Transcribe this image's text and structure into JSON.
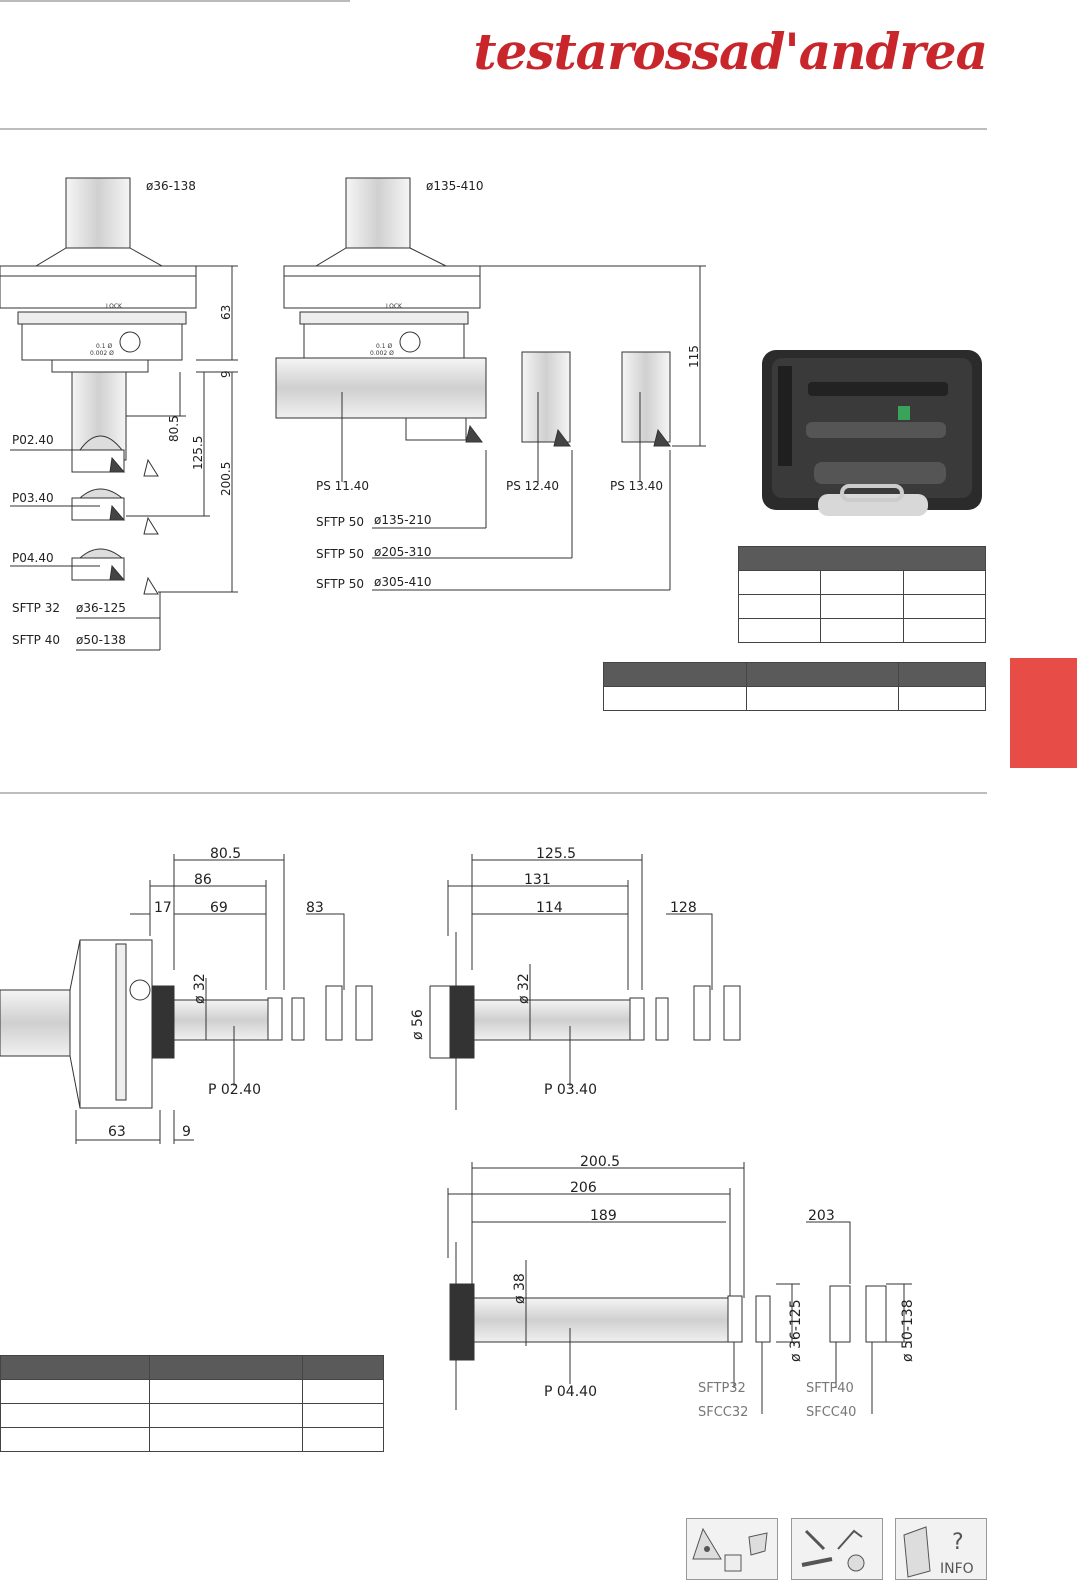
{
  "brand": {
    "logo_text": "testarossad'andrea",
    "color": "#c8262b"
  },
  "accent_color": "#e84c47",
  "top_drawing": {
    "head_left_range": "ø36-138",
    "head_right_range": "ø135-410",
    "dims": {
      "d63": "63",
      "d9": "9",
      "d80_5": "80.5",
      "d125_5": "125.5",
      "d200_5": "200.5",
      "d115": "115"
    },
    "bars": {
      "p02": "P02.40",
      "p03": "P03.40",
      "p04": "P04.40"
    },
    "inserts": {
      "sftp32": "SFTP 32",
      "sftp32_range": "ø36-125",
      "sftp40": "SFTP 40",
      "sftp40_range": "ø50-138"
    },
    "ps": {
      "ps11": "PS 11.40",
      "ps12": "PS 12.40",
      "ps13": "PS 13.40"
    },
    "sftp50": {
      "label": "SFTP 50",
      "r1": "ø135-210",
      "r2": "ø205-310",
      "r3": "ø305-410"
    },
    "scale_labels": {
      "lock": "LOCK",
      "a": "0.1 Ø",
      "b": "0.002 Ø"
    }
  },
  "tables": {
    "kit_table": {
      "rows": 4,
      "cols": 3
    },
    "mid_table": {
      "rows": 2,
      "cols": 3
    },
    "bottom_table": {
      "rows": 4,
      "cols": 3
    }
  },
  "bottom_drawings": {
    "p02": {
      "d80_5": "80.5",
      "d86": "86",
      "d17": "17",
      "d69": "69",
      "d83": "83",
      "d32": "ø 32",
      "label": "P 02.40",
      "d63": "63",
      "d9": "9"
    },
    "p03": {
      "d125_5": "125.5",
      "d131": "131",
      "d114": "114",
      "d128": "128",
      "d32": "ø 32",
      "d56": "ø 56",
      "label": "P 03.40"
    },
    "p04": {
      "d200_5": "200.5",
      "d206": "206",
      "d189": "189",
      "d203": "203",
      "d38": "ø 38",
      "label": "P 04.40",
      "r125": "ø 36-125",
      "r138": "ø 50-138",
      "sftp32": "SFTP32",
      "sfcc32": "SFCC32",
      "sftp40": "SFTP40",
      "sfcc40": "SFCC40"
    }
  },
  "footer_icons": [
    "inserts-icon",
    "tools-icon",
    "info-icon"
  ],
  "info_label": "INFO"
}
